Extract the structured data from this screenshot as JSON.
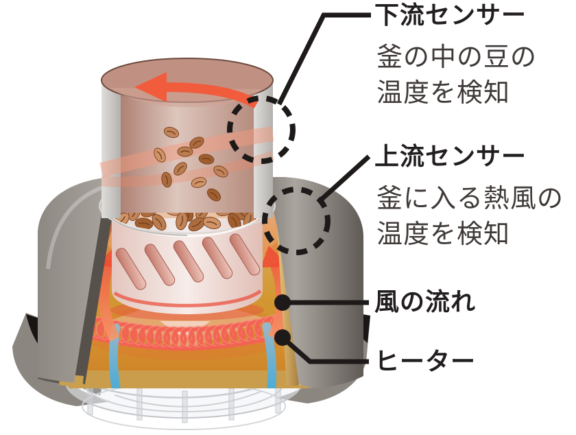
{
  "annotations": {
    "downstream_sensor": {
      "label": "下流センサー",
      "desc_line1": "釜の中の豆の",
      "desc_line2": "温度を検知"
    },
    "upstream_sensor": {
      "label": "上流センサー",
      "desc_line1": "釜に入る熱風の",
      "desc_line2": "温度を検知"
    },
    "airflow": {
      "label": "風の流れ"
    },
    "heater": {
      "label": "ヒーター"
    }
  },
  "colors": {
    "leader_black": "#1d1a19",
    "swirl_arrow_red": "#f15c3c",
    "heater_coil_red": "#f3655b",
    "intake_air_blue": "#29a6da",
    "hot_chamber_amber": "#d89a33",
    "casing_gray": "#6f6a64",
    "bean_brown": "#b5764a"
  }
}
